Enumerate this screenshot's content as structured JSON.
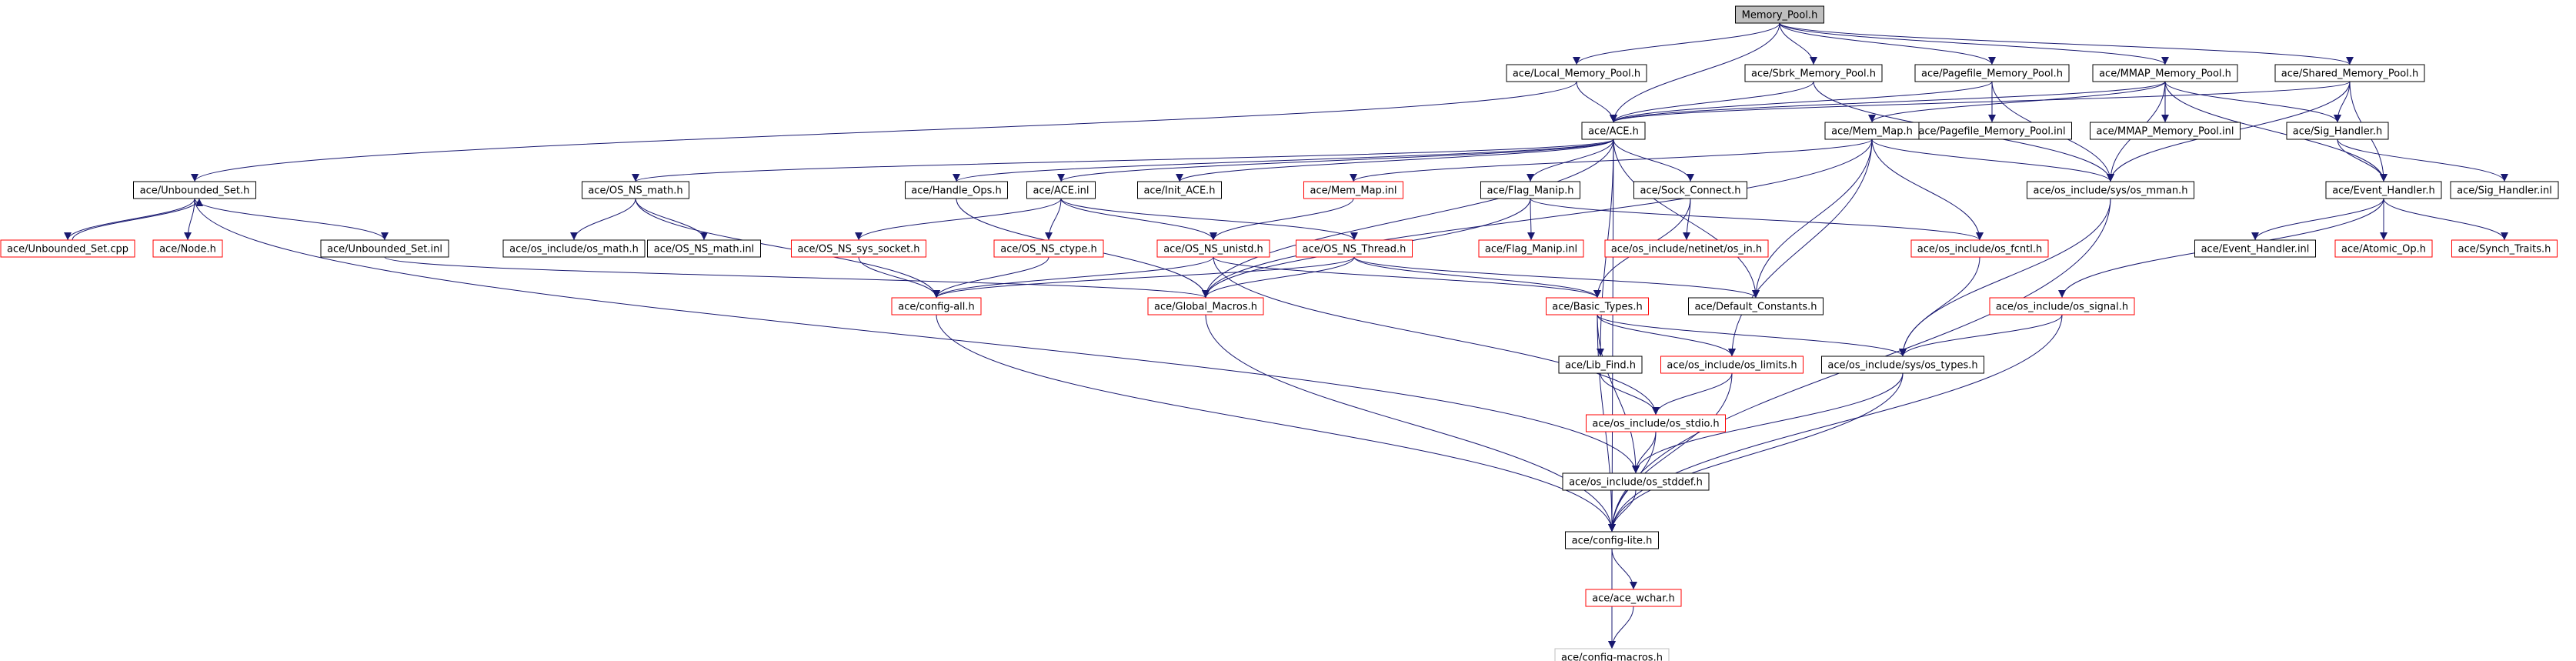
{
  "graph": {
    "nodes": [
      {
        "id": "n01",
        "label": "Memory_Pool.h",
        "style": "root"
      },
      {
        "id": "n02",
        "label": "ace/Local_Memory_Pool.h",
        "style": "black"
      },
      {
        "id": "n03",
        "label": "ace/Sbrk_Memory_Pool.h",
        "style": "black"
      },
      {
        "id": "n04",
        "label": "ace/Pagefile_Memory_Pool.h",
        "style": "black"
      },
      {
        "id": "n05",
        "label": "ace/MMAP_Memory_Pool.h",
        "style": "black"
      },
      {
        "id": "n06",
        "label": "ace/Shared_Memory_Pool.h",
        "style": "black"
      },
      {
        "id": "n07",
        "label": "ace/ACE.h",
        "style": "black"
      },
      {
        "id": "n08",
        "label": "ace/Pagefile_Memory_Pool.inl",
        "style": "black"
      },
      {
        "id": "n09",
        "label": "ace/Mem_Map.h",
        "style": "black"
      },
      {
        "id": "n10",
        "label": "ace/MMAP_Memory_Pool.inl",
        "style": "black"
      },
      {
        "id": "n11",
        "label": "ace/Sig_Handler.h",
        "style": "black"
      },
      {
        "id": "n12",
        "label": "ace/Unbounded_Set.h",
        "style": "black"
      },
      {
        "id": "n13",
        "label": "ace/OS_NS_math.h",
        "style": "black"
      },
      {
        "id": "n14",
        "label": "ace/Handle_Ops.h",
        "style": "black"
      },
      {
        "id": "n15",
        "label": "ace/ACE.inl",
        "style": "black"
      },
      {
        "id": "n16",
        "label": "ace/Init_ACE.h",
        "style": "black"
      },
      {
        "id": "n17",
        "label": "ace/Mem_Map.inl",
        "style": "red"
      },
      {
        "id": "n18",
        "label": "ace/Flag_Manip.h",
        "style": "black"
      },
      {
        "id": "n19",
        "label": "ace/Sock_Connect.h",
        "style": "black"
      },
      {
        "id": "n20",
        "label": "ace/os_include/sys/os_mman.h",
        "style": "black"
      },
      {
        "id": "n21",
        "label": "ace/Event_Handler.h",
        "style": "black"
      },
      {
        "id": "n22",
        "label": "ace/Sig_Handler.inl",
        "style": "black"
      },
      {
        "id": "n23",
        "label": "ace/Unbounded_Set.cpp",
        "style": "red"
      },
      {
        "id": "n24",
        "label": "ace/Node.h",
        "style": "red"
      },
      {
        "id": "n25",
        "label": "ace/Unbounded_Set.inl",
        "style": "black"
      },
      {
        "id": "n26",
        "label": "ace/os_include/os_math.h",
        "style": "black"
      },
      {
        "id": "n27",
        "label": "ace/OS_NS_math.inl",
        "style": "black"
      },
      {
        "id": "n28",
        "label": "ace/OS_NS_sys_socket.h",
        "style": "red"
      },
      {
        "id": "n29",
        "label": "ace/OS_NS_ctype.h",
        "style": "red"
      },
      {
        "id": "n30",
        "label": "ace/OS_NS_unistd.h",
        "style": "red"
      },
      {
        "id": "n31",
        "label": "ace/OS_NS_Thread.h",
        "style": "red"
      },
      {
        "id": "n32",
        "label": "ace/Flag_Manip.inl",
        "style": "red"
      },
      {
        "id": "n33",
        "label": "ace/os_include/netinet/os_in.h",
        "style": "red"
      },
      {
        "id": "n34",
        "label": "ace/os_include/os_fcntl.h",
        "style": "red"
      },
      {
        "id": "n35",
        "label": "ace/Event_Handler.inl",
        "style": "black"
      },
      {
        "id": "n36",
        "label": "ace/Atomic_Op.h",
        "style": "red"
      },
      {
        "id": "n37",
        "label": "ace/Synch_Traits.h",
        "style": "red"
      },
      {
        "id": "n38",
        "label": "ace/config-all.h",
        "style": "red"
      },
      {
        "id": "n39",
        "label": "ace/Global_Macros.h",
        "style": "red"
      },
      {
        "id": "n40",
        "label": "ace/Basic_Types.h",
        "style": "red"
      },
      {
        "id": "n41",
        "label": "ace/Default_Constants.h",
        "style": "black"
      },
      {
        "id": "n42",
        "label": "ace/os_include/os_signal.h",
        "style": "red"
      },
      {
        "id": "n43",
        "label": "ace/Lib_Find.h",
        "style": "black"
      },
      {
        "id": "n44",
        "label": "ace/os_include/os_limits.h",
        "style": "red"
      },
      {
        "id": "n45",
        "label": "ace/os_include/sys/os_types.h",
        "style": "black"
      },
      {
        "id": "n46",
        "label": "ace/os_include/os_stdio.h",
        "style": "red"
      },
      {
        "id": "n47",
        "label": "ace/os_include/os_stddef.h",
        "style": "black"
      },
      {
        "id": "n48",
        "label": "ace/config-lite.h",
        "style": "black"
      },
      {
        "id": "n49",
        "label": "ace/ace_wchar.h",
        "style": "red"
      },
      {
        "id": "n50",
        "label": "ace/config-macros.h",
        "style": "grey"
      }
    ],
    "edges": [
      [
        "n01",
        "n02"
      ],
      [
        "n01",
        "n03"
      ],
      [
        "n01",
        "n04"
      ],
      [
        "n01",
        "n05"
      ],
      [
        "n01",
        "n06"
      ],
      [
        "n01",
        "n07"
      ],
      [
        "n02",
        "n07"
      ],
      [
        "n02",
        "n12"
      ],
      [
        "n03",
        "n07"
      ],
      [
        "n03",
        "n20"
      ],
      [
        "n04",
        "n07"
      ],
      [
        "n04",
        "n08"
      ],
      [
        "n04",
        "n20"
      ],
      [
        "n05",
        "n07"
      ],
      [
        "n05",
        "n09"
      ],
      [
        "n05",
        "n10"
      ],
      [
        "n05",
        "n11"
      ],
      [
        "n05",
        "n21"
      ],
      [
        "n05",
        "n20"
      ],
      [
        "n06",
        "n07"
      ],
      [
        "n06",
        "n11"
      ],
      [
        "n06",
        "n21"
      ],
      [
        "n06",
        "n20"
      ],
      [
        "n07",
        "n13"
      ],
      [
        "n07",
        "n14"
      ],
      [
        "n07",
        "n15"
      ],
      [
        "n07",
        "n16"
      ],
      [
        "n07",
        "n18"
      ],
      [
        "n07",
        "n19"
      ],
      [
        "n07",
        "n48"
      ],
      [
        "n07",
        "n39"
      ],
      [
        "n07",
        "n41"
      ],
      [
        "n07",
        "n43"
      ],
      [
        "n09",
        "n17"
      ],
      [
        "n09",
        "n20"
      ],
      [
        "n09",
        "n34"
      ],
      [
        "n09",
        "n41"
      ],
      [
        "n09",
        "n39"
      ],
      [
        "n09",
        "n44"
      ],
      [
        "n11",
        "n21"
      ],
      [
        "n11",
        "n22"
      ],
      [
        "n12",
        "n23"
      ],
      [
        "n12",
        "n24"
      ],
      [
        "n12",
        "n25"
      ],
      [
        "n12",
        "n47"
      ],
      [
        "n23",
        "n12"
      ],
      [
        "n13",
        "n26"
      ],
      [
        "n13",
        "n27"
      ],
      [
        "n13",
        "n38"
      ],
      [
        "n14",
        "n39"
      ],
      [
        "n15",
        "n28"
      ],
      [
        "n15",
        "n29"
      ],
      [
        "n15",
        "n30"
      ],
      [
        "n15",
        "n31"
      ],
      [
        "n17",
        "n30"
      ],
      [
        "n18",
        "n32"
      ],
      [
        "n18",
        "n34"
      ],
      [
        "n18",
        "n39"
      ],
      [
        "n19",
        "n33"
      ],
      [
        "n19",
        "n40"
      ],
      [
        "n20",
        "n45"
      ],
      [
        "n20",
        "n48"
      ],
      [
        "n21",
        "n35"
      ],
      [
        "n21",
        "n36"
      ],
      [
        "n21",
        "n37"
      ],
      [
        "n21",
        "n42"
      ],
      [
        "n25",
        "n39"
      ],
      [
        "n28",
        "n38"
      ],
      [
        "n29",
        "n38"
      ],
      [
        "n30",
        "n38"
      ],
      [
        "n30",
        "n40"
      ],
      [
        "n30",
        "n46"
      ],
      [
        "n31",
        "n38"
      ],
      [
        "n31",
        "n39"
      ],
      [
        "n31",
        "n40"
      ],
      [
        "n31",
        "n41"
      ],
      [
        "n34",
        "n45"
      ],
      [
        "n38",
        "n48"
      ],
      [
        "n39",
        "n48"
      ],
      [
        "n40",
        "n44"
      ],
      [
        "n40",
        "n45"
      ],
      [
        "n40",
        "n47"
      ],
      [
        "n40",
        "n48"
      ],
      [
        "n42",
        "n45"
      ],
      [
        "n42",
        "n48"
      ],
      [
        "n43",
        "n46"
      ],
      [
        "n44",
        "n46"
      ],
      [
        "n44",
        "n48"
      ],
      [
        "n45",
        "n47"
      ],
      [
        "n45",
        "n48"
      ],
      [
        "n46",
        "n47"
      ],
      [
        "n46",
        "n48"
      ],
      [
        "n47",
        "n48"
      ],
      [
        "n48",
        "n49"
      ],
      [
        "n48",
        "n50"
      ],
      [
        "n49",
        "n50"
      ]
    ],
    "colors": {
      "edge": "#191970",
      "black_border": "#000000",
      "red_border": "#ff0000",
      "grey_border": "#bfbfbf",
      "root_fill": "#bfbfbf",
      "text": "#000000",
      "fill": "#ffffff"
    }
  }
}
